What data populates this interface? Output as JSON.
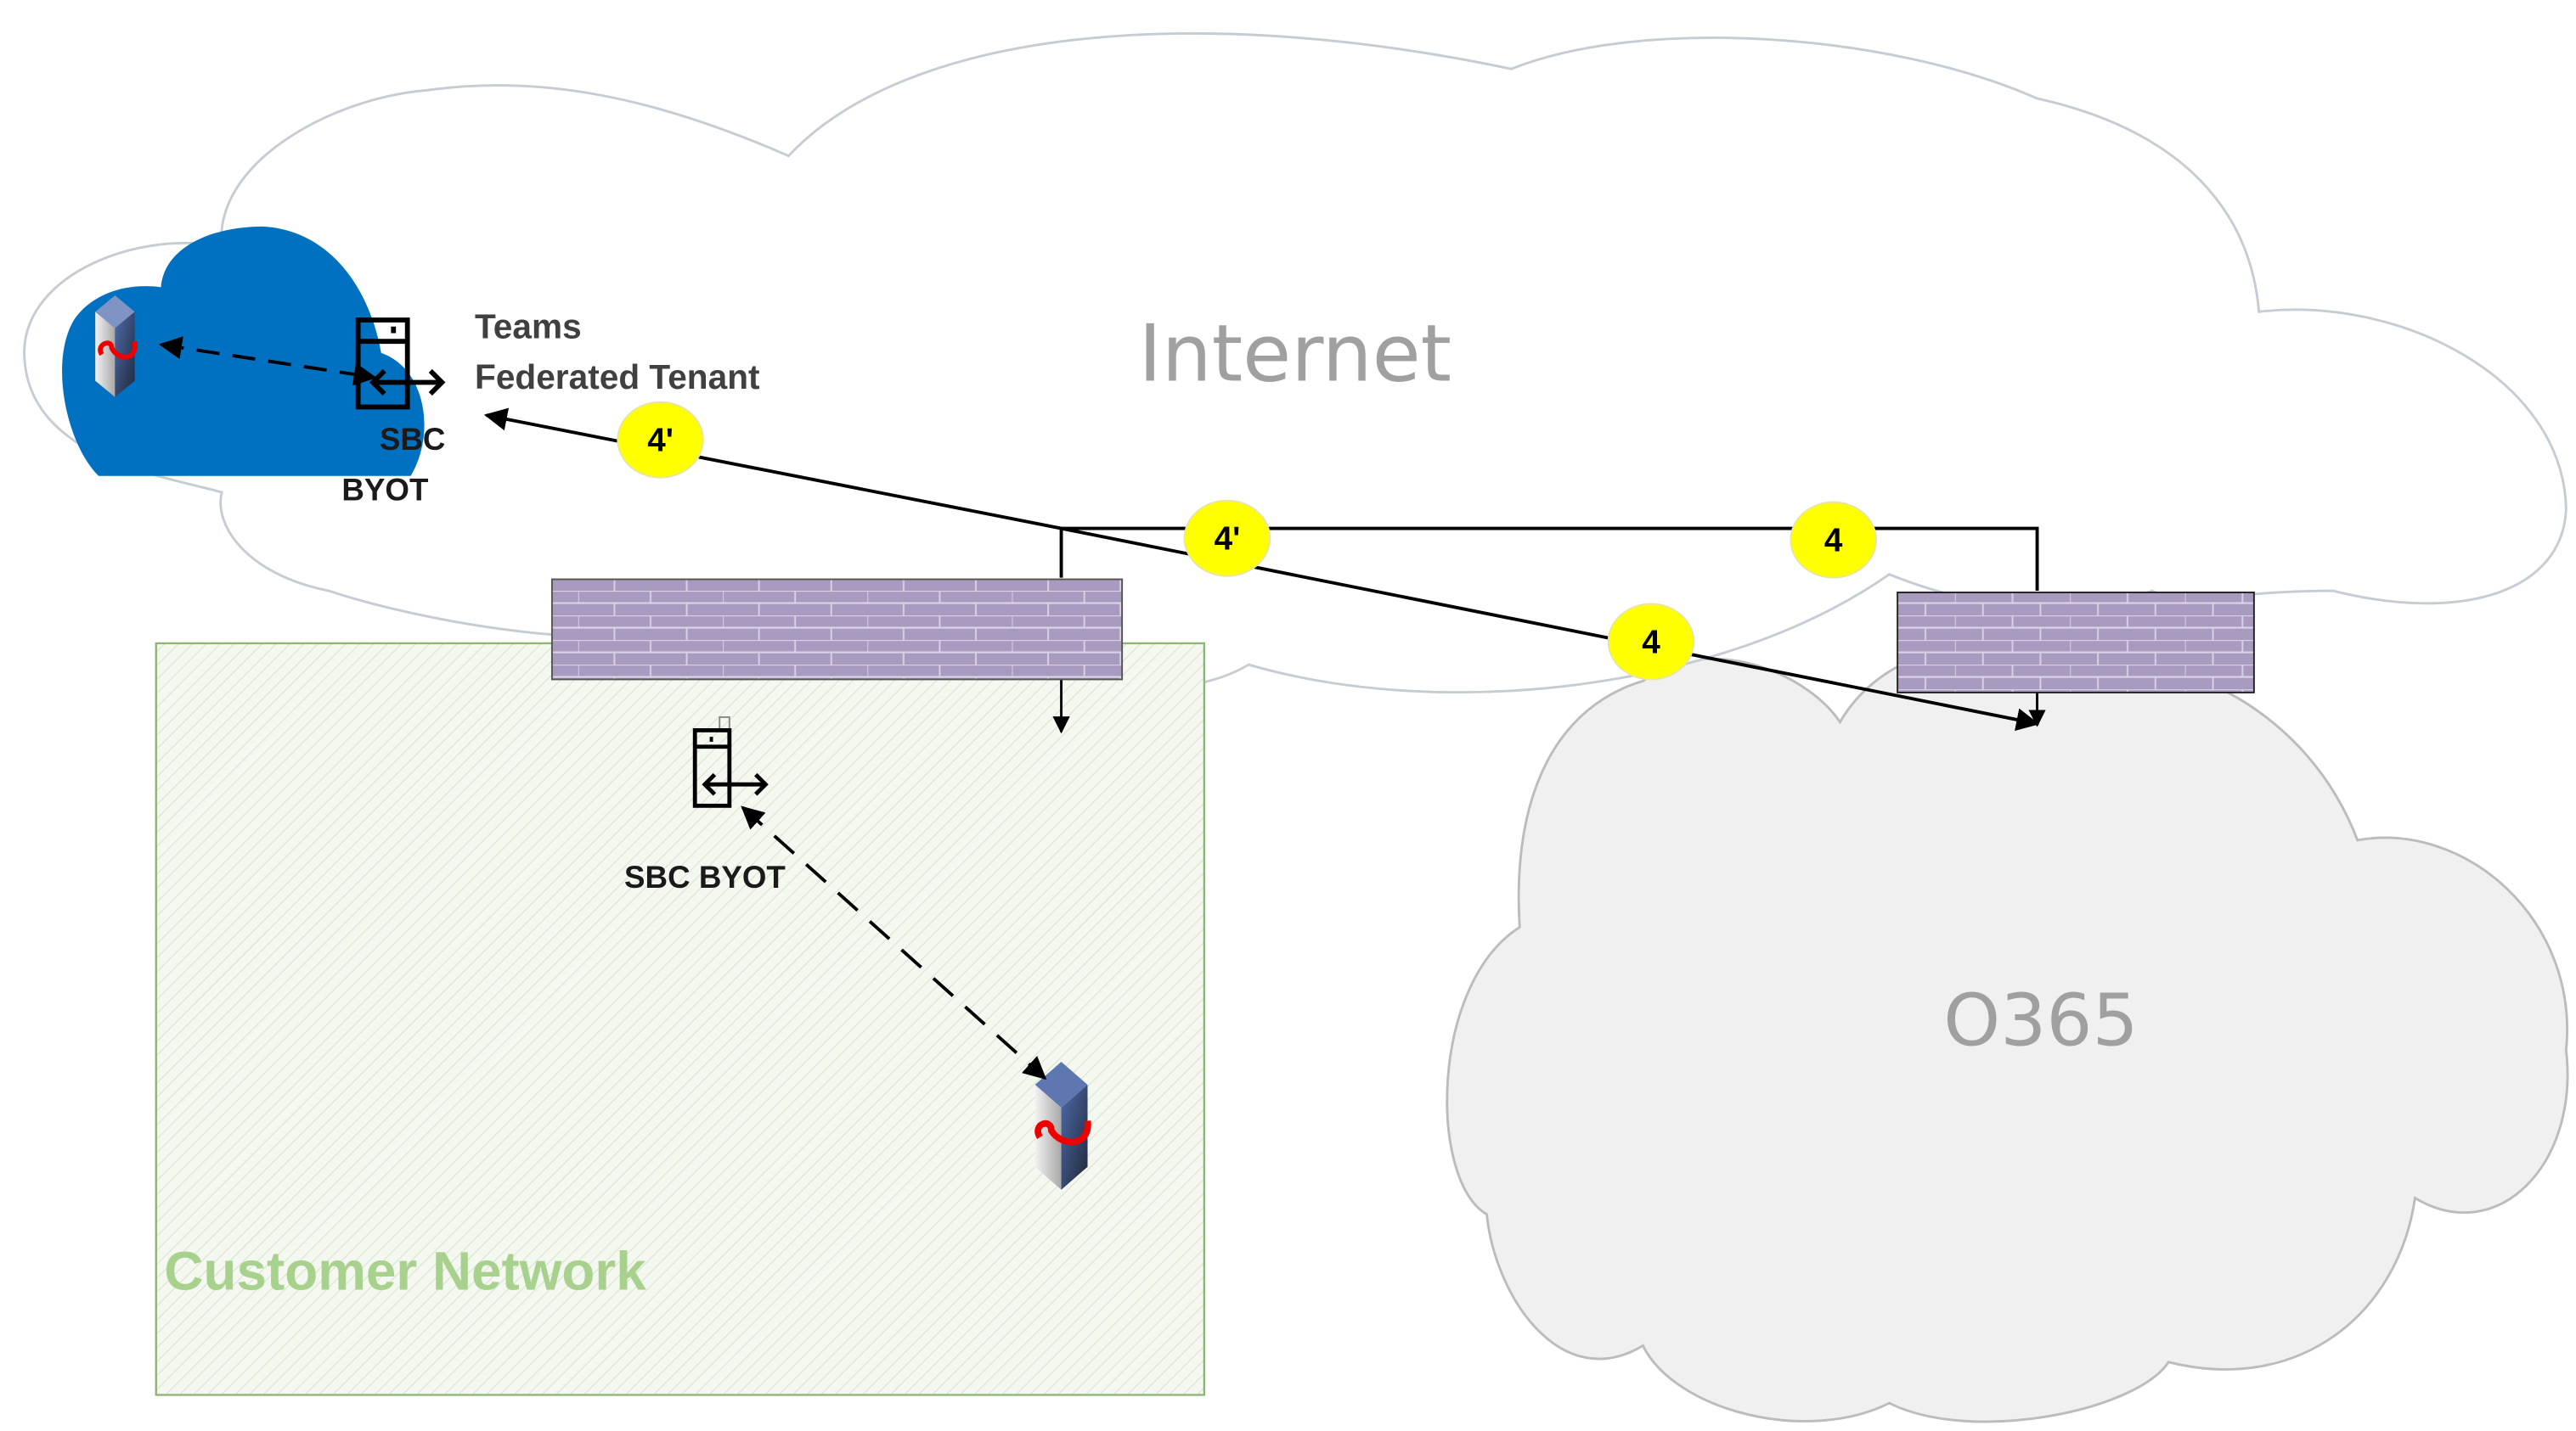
{
  "diagram": {
    "clouds": {
      "internet": {
        "label": "Internet",
        "fill": "#ffffff",
        "stroke": "#c5ccd3"
      },
      "o365": {
        "label": "O365",
        "fill": "#f0f0f0",
        "stroke": "#bcbcbc"
      },
      "teams_tenant": {
        "fill": "#0070c0"
      }
    },
    "zones": {
      "customer_network": {
        "label": "Customer Network",
        "border": "#8db573",
        "text_color": "#a9d18e"
      }
    },
    "labels": {
      "teams_line1": "Teams",
      "teams_line2": "Federated Tenant",
      "sbc_cloud_line1": "SBC",
      "sbc_cloud_line2": "BYOT",
      "sbc_customer": "SBC BYOT"
    },
    "firewalls": [
      {
        "id": "customer-firewall",
        "fill": "#a99bc0"
      },
      {
        "id": "o365-firewall",
        "fill": "#a99bc0"
      }
    ],
    "badges": [
      {
        "id": "badge-4prime-teams",
        "text": "4'"
      },
      {
        "id": "badge-4prime-path",
        "text": "4'"
      },
      {
        "id": "badge-4-path-top",
        "text": "4"
      },
      {
        "id": "badge-4-path-diag",
        "text": "4"
      }
    ],
    "badge_color": "#ffff00"
  }
}
